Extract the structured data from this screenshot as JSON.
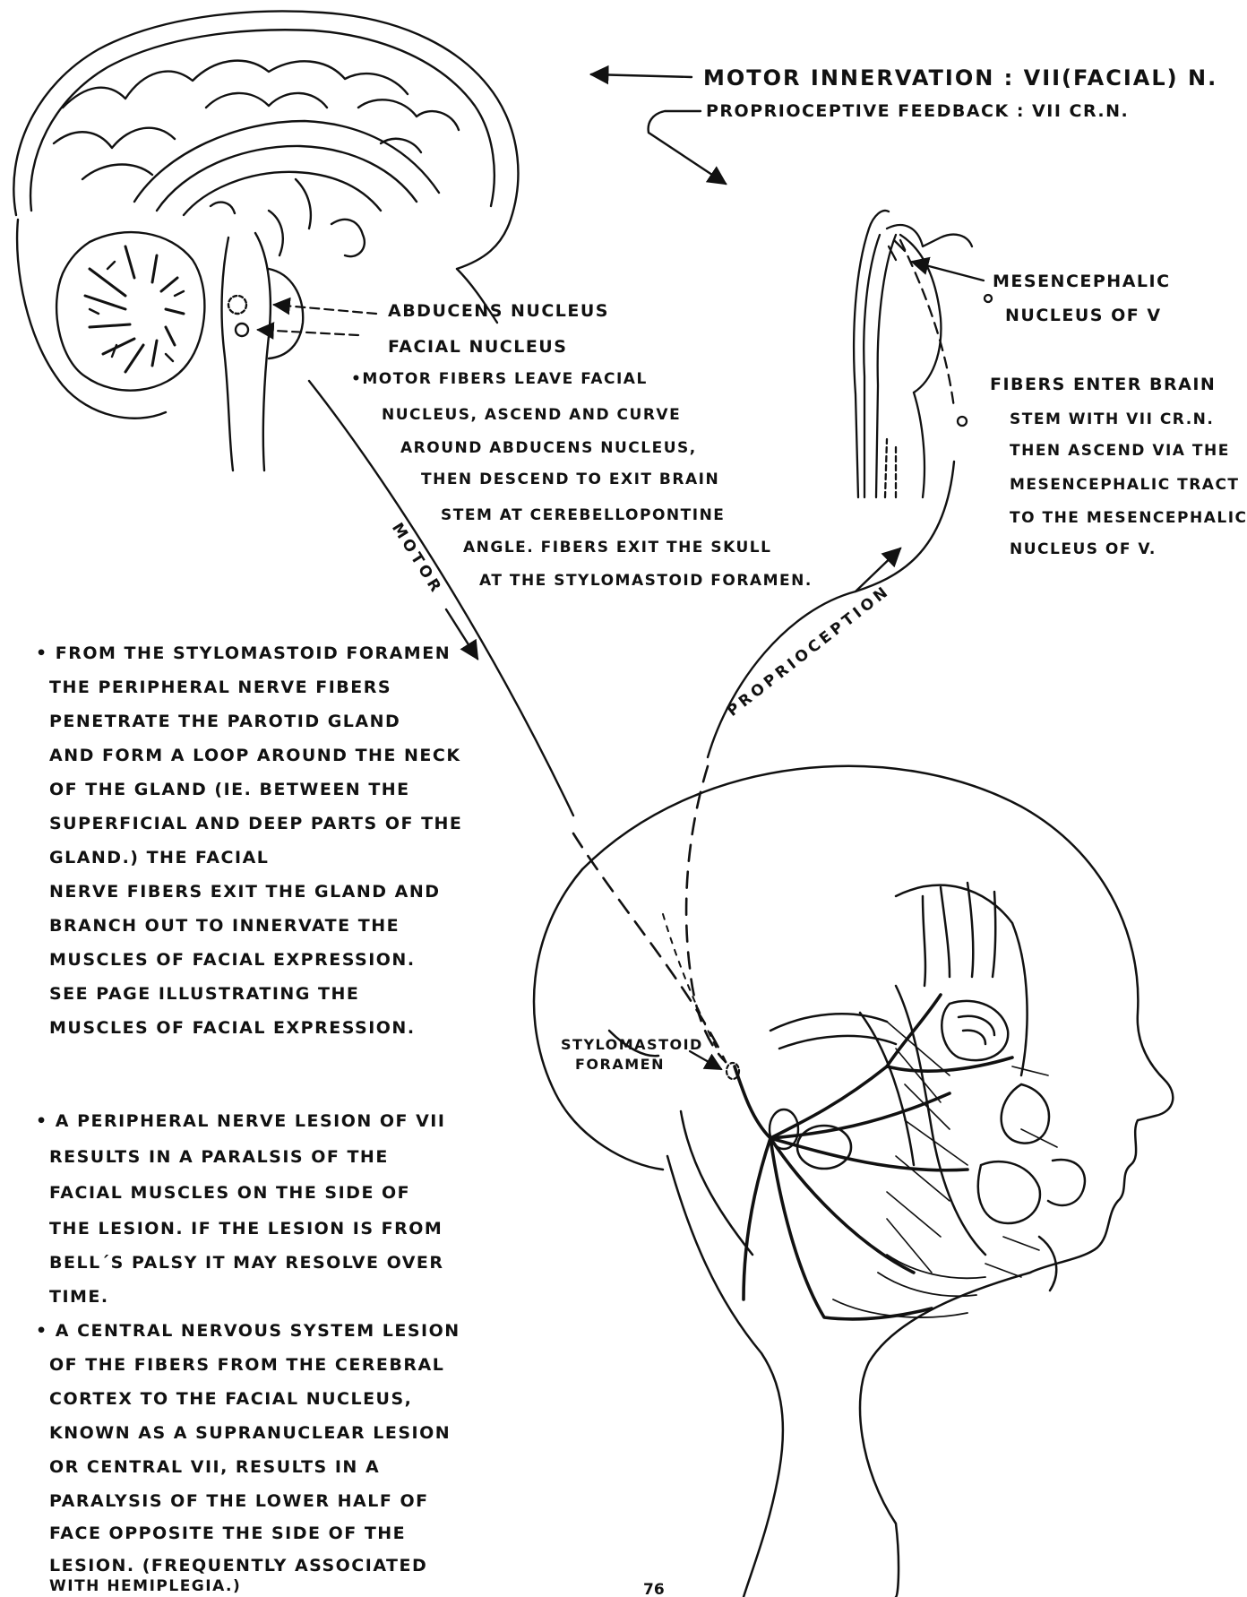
{
  "header": {
    "motor_line": "Motor innervation : VII(Facial) N.",
    "proprio_line": "Proprioceptive feedback : VII Cr.N."
  },
  "brain_labels": {
    "abducens": "Abducens nucleus",
    "facial": "Facial nucleus",
    "motor_fibers": [
      "•Motor fibers leave facial",
      "nucleus, ascend and curve",
      "around abducens nucleus,",
      "then descend to exit brain",
      "stem at cerebellopontine",
      "angle. Fibers exit the skull",
      "at the stylomastoid foramen."
    ]
  },
  "brainstem_labels": {
    "mesencephalic": [
      "Mesencephalic",
      "nucleus of V"
    ],
    "fibers_enter": [
      "Fibers enter brain",
      "stem with VII Cr.N.",
      "Then ascend via the",
      "Mesencephalic tract",
      "to the Mesencephalic",
      "Nucleus of V."
    ]
  },
  "path_labels": {
    "motor": "Motor",
    "proprioception": "Proprioception"
  },
  "left_notes": {
    "foramen": [
      "• From the stylomastoid foramen",
      "the peripheral nerve fibers",
      "penetrate the parotid gland",
      "and form a loop around the neck",
      "of the gland (ie. between the",
      "superficial and deep parts of the",
      "gland.)                     the facial",
      "nerve fibers exit the gland and",
      "branch out to innervate the",
      "muscles of facial expression.",
      "See page         illustrating the",
      "muscles of facial expression."
    ],
    "lesions": [
      "• A peripheral nerve lesion of VII",
      "results in a paralsis of the",
      "facial muscles on the side of",
      "the lesion. If the lesion is from",
      "Bell´s palsy it may resolve over",
      "time.",
      "• A central nervous system lesion",
      "of the fibers from the cerebral",
      "cortex to the facial nucleus,",
      "known as a supranuclear lesion",
      "or Central VII, results in a",
      "paralysis of the lower half of",
      "face opposite the side of the",
      "lesion. (Frequently associated",
      "with hemiplegia.)"
    ]
  },
  "head_labels": {
    "stylomastoid": [
      "Stylomastoid",
      "foramen"
    ]
  },
  "page_number": "76"
}
